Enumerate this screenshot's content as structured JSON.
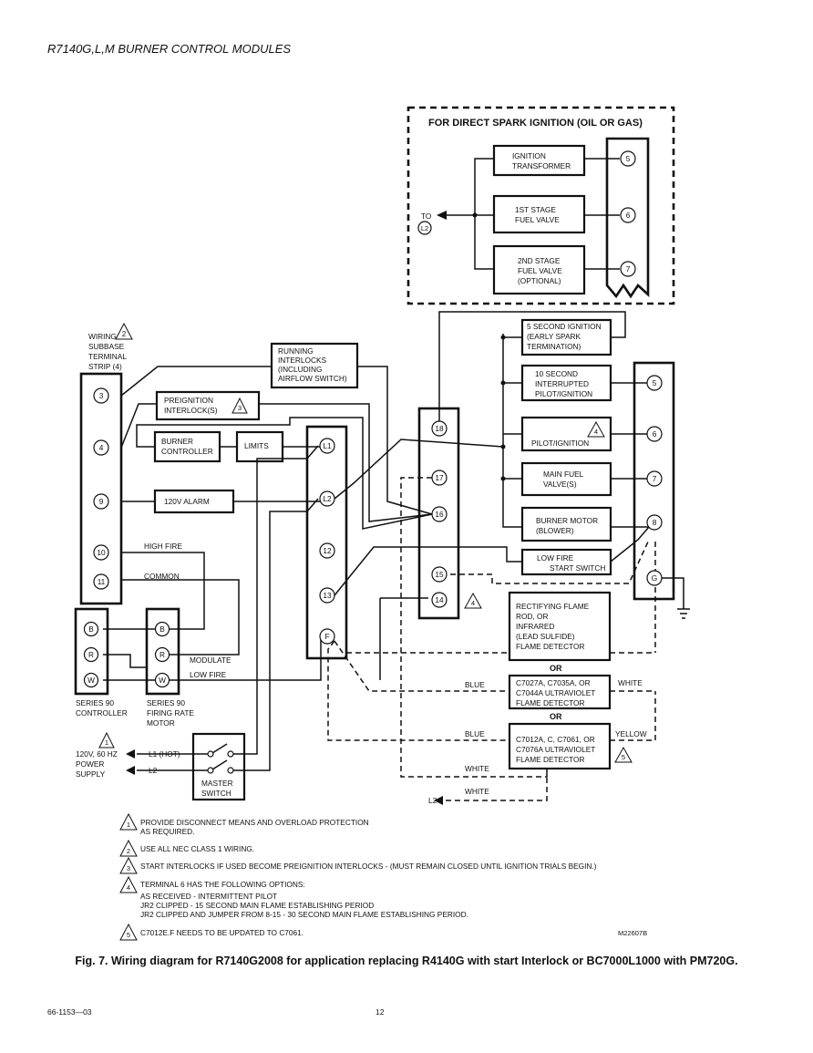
{
  "header": {
    "title": "R7140G,L,M BURNER CONTROL MODULES"
  },
  "spark": {
    "title": "FOR DIRECT SPARK IGNITION (OIL OR GAS)",
    "ign_transformer": [
      "IGNITION",
      "TRANSFORMER"
    ],
    "stage1": [
      "1ST STAGE",
      "FUEL VALVE"
    ],
    "stage2": [
      "2ND STAGE",
      "FUEL VALVE",
      "(OPTIONAL)"
    ],
    "to_label": "TO",
    "l2": "L2",
    "terms": [
      "5",
      "6",
      "7"
    ]
  },
  "subbase": {
    "label": [
      "WIRING",
      "SUBBASE",
      "TERMINAL",
      "STRIP (4)"
    ],
    "note_num": "2",
    "terms": [
      "3",
      "4",
      "9",
      "10",
      "11"
    ]
  },
  "boxes": {
    "running_interlocks": [
      "RUNNING",
      "INTERLOCKS",
      "(INCLUDING",
      "AIRFLOW SWITCH)"
    ],
    "preignition": [
      "PREIGNITION",
      "INTERLOCK(S)"
    ],
    "preignition_note": "3",
    "burner_controller": [
      "BURNER",
      "CONTROLLER"
    ],
    "limits": "LIMITS",
    "alarm": "120V ALARM",
    "ign5": [
      "5 SECOND IGNITION",
      "(EARLY SPARK",
      "TERMINATION)"
    ],
    "ign10": [
      "10 SECOND",
      "INTERRUPTED",
      "PILOT/IGNITION"
    ],
    "pilot": "PILOT/IGNITION",
    "pilot_note": "4",
    "main_fuel": [
      "MAIN FUEL",
      "VALVE(S)"
    ],
    "burner_motor": [
      "BURNER MOTOR",
      "(BLOWER)"
    ],
    "low_fire": [
      "LOW FIRE",
      "START SWITCH"
    ],
    "rectifying": [
      "RECTIFYING FLAME",
      "ROD, OR",
      "INFRARED",
      "(LEAD SULFIDE)",
      "FLAME DETECTOR"
    ],
    "uv1": [
      "C7027A, C7035A, OR",
      "C7044A ULTRAVIOLET",
      "FLAME DETECTOR"
    ],
    "uv2": [
      "C7012A, C, C7061, OR",
      "C7076A ULTRAVIOLET",
      "FLAME DETECTOR"
    ],
    "uv2_note": "5",
    "or": "OR"
  },
  "control_terms": [
    "L1",
    "L2",
    "12",
    "13",
    "F"
  ],
  "module_terms": [
    "18",
    "17",
    "16",
    "15",
    "14"
  ],
  "module_note": "4",
  "right_terms": [
    "5",
    "6",
    "7",
    "8",
    "G"
  ],
  "controllers": {
    "series90_controller": [
      "SERIES 90",
      "CONTROLLER"
    ],
    "series90_motor": [
      "SERIES 90",
      "FIRING RATE",
      "MOTOR"
    ],
    "terms": [
      "B",
      "R",
      "W"
    ]
  },
  "wire_labels": {
    "high_fire": "HIGH FIRE",
    "common": "COMMON",
    "modulate": "MODULATE",
    "low_fire": "LOW FIRE",
    "blue": "BLUE",
    "white": "WHITE",
    "yellow": "YELLOW"
  },
  "power": {
    "label": [
      "120V, 60 HZ",
      "POWER",
      "SUPPLY"
    ],
    "note_num": "1",
    "l1": "L1 (HOT)",
    "l2": "L2",
    "master": [
      "MASTER",
      "SWITCH"
    ]
  },
  "notes": [
    {
      "num": "1",
      "lines": [
        "PROVIDE DISCONNECT MEANS AND OVERLOAD PROTECTION",
        "AS REQUIRED."
      ]
    },
    {
      "num": "2",
      "lines": [
        "USE ALL NEC CLASS 1 WIRING."
      ]
    },
    {
      "num": "3",
      "lines": [
        "START INTERLOCKS IF USED BECOME PREIGNITION INTERLOCKS - (MUST REMAIN CLOSED UNTIL IGNITION TRIALS BEGIN.)"
      ]
    },
    {
      "num": "4",
      "lines": [
        "TERMINAL 6 HAS THE FOLLOWING OPTIONS:",
        "AS RECEIVED - INTERMITTENT PILOT",
        "JR2 CLIPPED - 15 SECOND MAIN FLAME ESTABLISHING PERIOD",
        "JR2 CLIPPED AND JUMPER FROM 8-15 - 30 SECOND MAIN FLAME ESTABLISHING PERIOD."
      ]
    },
    {
      "num": "5",
      "lines": [
        "C7012E.F NEEDS TO BE UPDATED TO C7061."
      ]
    }
  ],
  "figure_id": "M22607B",
  "caption": "Fig. 7. Wiring diagram for R7140G2008 for application replacing R4140G with start Interlock or BC7000L1000 with PM720G.",
  "footer": {
    "doc": "66-1153—03",
    "page": "12"
  }
}
